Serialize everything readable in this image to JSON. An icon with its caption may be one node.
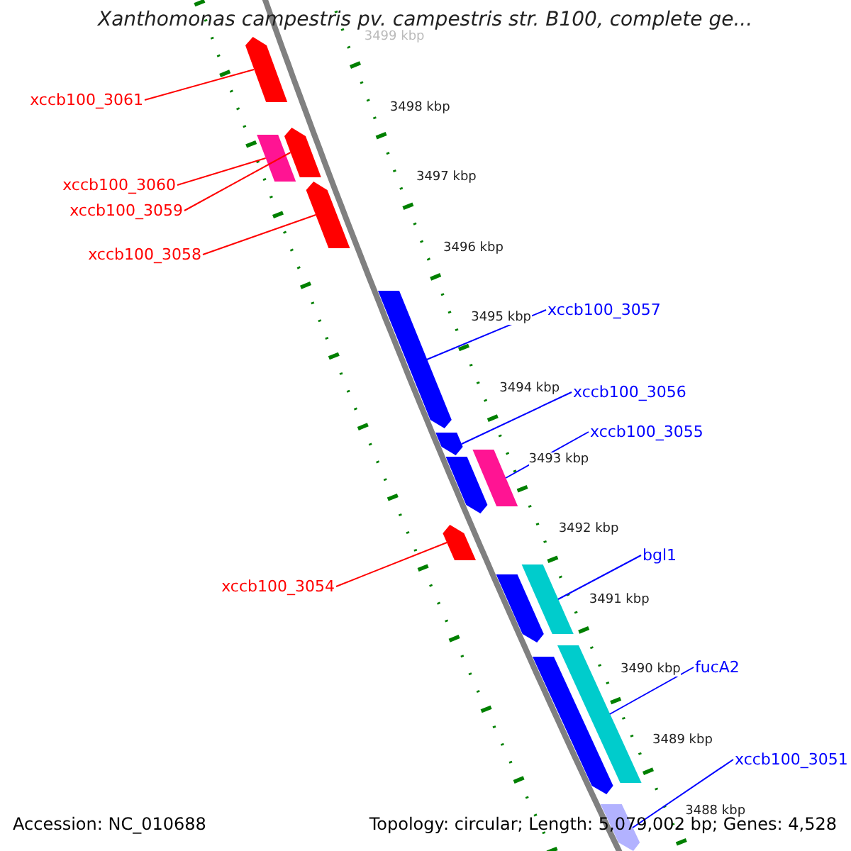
{
  "diagram": {
    "title": "Xanthomonas campestris pv. campestris str. B100, complete ge...",
    "nodes": [
      {
        "text": [
          "xccb100_3061"
        ]
      },
      {
        "text": [
          "xccb100_3060"
        ]
      },
      {
        "text": [
          "xccb100_3059"
        ]
      },
      {
        "text": [
          "xccb100_3058"
        ]
      },
      {
        "text": [
          "xccb100_3057"
        ]
      },
      {
        "text": [
          "xccb100_3056"
        ]
      },
      {
        "text": [
          "xccb100_3055"
        ]
      },
      {
        "text": [
          "xccb100_3054"
        ]
      },
      {
        "text": [
          "bgl1"
        ]
      },
      {
        "text": [
          "fucA2"
        ]
      },
      {
        "text": [
          "xccb100_3051"
        ]
      },
      {
        "text": [],
        "shape": "arrow"
      },
      {
        "text": [],
        "shape": "bar"
      },
      {
        "text": [],
        "shape": "arrow"
      },
      {
        "text": [],
        "shape": "arrow"
      },
      {
        "text": [],
        "shape": "arrow"
      },
      {
        "text": [],
        "shape": "arrow"
      },
      {
        "text": [],
        "shape": "bar"
      },
      {
        "text": [],
        "shape": "arrow"
      },
      {
        "text": [],
        "shape": "bar"
      },
      {
        "text": [],
        "shape": "bar"
      },
      {
        "text": [],
        "shape": "arrow"
      },
      {
        "text": [],
        "shape": "arrow"
      },
      {
        "text": [],
        "shape": "arrow"
      },
      {
        "text": [],
        "shape": "arrow"
      }
    ],
    "edges": [
      {
        "from": 0,
        "to": 11,
        "arrow": "none",
        "color": "#ff0000"
      },
      {
        "from": 1,
        "to": 12,
        "arrow": "none",
        "color": "#ff0000"
      },
      {
        "from": 2,
        "to": 13,
        "arrow": "none",
        "color": "#ff0000"
      },
      {
        "from": 3,
        "to": 14,
        "arrow": "none",
        "color": "#ff0000"
      },
      {
        "from": 4,
        "to": 15,
        "arrow": "none"
      },
      {
        "from": 5,
        "to": 16,
        "arrow": "none"
      },
      {
        "from": 6,
        "to": 17,
        "arrow": "none"
      },
      {
        "from": 7,
        "to": 18,
        "arrow": "none",
        "color": "#ff0000"
      },
      {
        "from": 8,
        "to": 19,
        "arrow": "none"
      },
      {
        "from": 9,
        "to": 20,
        "arrow": "none"
      },
      {
        "from": 10,
        "to": 21,
        "arrow": "none"
      }
    ],
    "labels": [
      "3499 kbp",
      "3498 kbp",
      "3497 kbp",
      "3496 kbp",
      "3495 kbp",
      "3494 kbp",
      "3493 kbp",
      "3492 kbp",
      "3491 kbp",
      "3490 kbp",
      "3489 kbp",
      "3488 kbp",
      "Accession: NC_010688",
      "Topology: circular; Length: 5,079,002 bp; Genes: 4,528"
    ]
  }
}
